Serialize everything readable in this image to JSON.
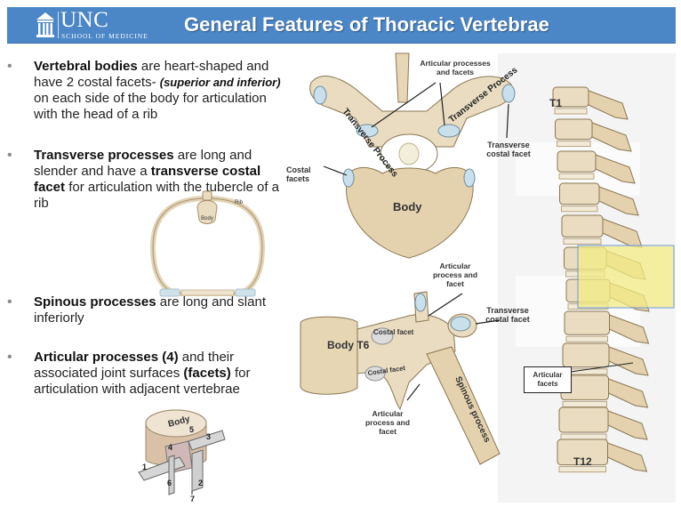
{
  "header": {
    "logo_main": "UNC",
    "logo_sub": "SCHOOL OF MEDICINE",
    "title": "General Features of Thoracic Vertebrae"
  },
  "bullets": [
    {
      "marker": "•",
      "bold": "Vertebral bodies",
      "text1": " are heart-shaped and have 2 costal facets- ",
      "italic": "(superior and inferior)",
      "text2": " on each side of the body for articulation with the head of a rib"
    },
    {
      "marker": "•",
      "bold": "Transverse processes",
      "text1": " are long and slender and have a ",
      "bold2": "transverse costal facet",
      "text2": " for articulation with the tubercle of a rib"
    },
    {
      "marker": "•",
      "bold": "Spinous processes",
      "text1": " are long and slant inferiorly"
    },
    {
      "marker": "•",
      "bold": "Articular processes (4)",
      "text1": " and their associated joint surfaces ",
      "bold2": "(facets)",
      "text2": " for articulation with adjacent vertebrae"
    }
  ],
  "rib_diagram": {
    "rib_label": "Rib",
    "body_label": "Body"
  },
  "superior_view": {
    "label_articular": "Articular processes and facets",
    "label_transverse_left": "Transverse Process",
    "label_transverse_right": "Transverse Process",
    "label_transverse_costal": "Transverse costal facet",
    "label_costal": "Costal facets",
    "label_body": "Body"
  },
  "lateral_view": {
    "label_articular_top": "Articular process and facet",
    "label_transverse_costal": "Transverse costal facet",
    "label_body": "Body T6",
    "label_costal_facet_top": "Costal facet",
    "label_costal_facet_bottom": "Costal facet",
    "label_spinous": "Spinous process",
    "label_articular_bottom": "Articular process and facet"
  },
  "spine_column": {
    "label_t1": "T1",
    "label_t12": "T12",
    "label_articular": "Articular facets",
    "highlight_color": "#f3ec84"
  },
  "block_diagram": {
    "label_body": "Body",
    "numbers": [
      "1",
      "2",
      "3",
      "4",
      "5",
      "6",
      "7"
    ]
  },
  "colors": {
    "header": "#4b86c6",
    "bone": "#e9dcc0",
    "bone_dark": "#b8a57f",
    "cartilage": "#c9e0ec"
  }
}
